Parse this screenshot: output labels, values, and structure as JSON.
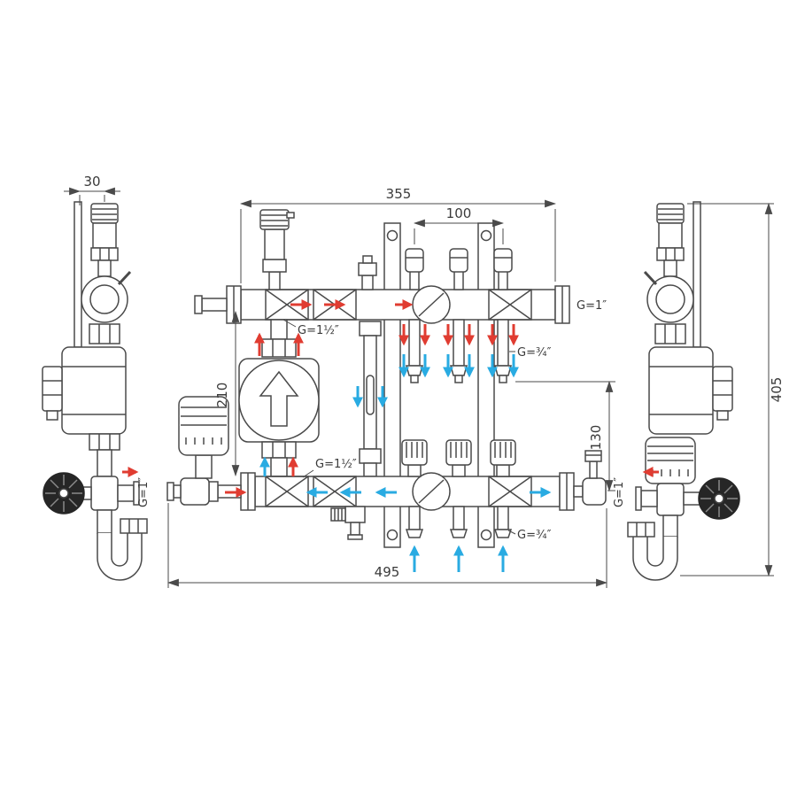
{
  "drawing": {
    "dims": {
      "d30": "30",
      "d355": "355",
      "d100": "100",
      "d210": "210",
      "d130": "130",
      "d405": "405",
      "d495": "495"
    },
    "ports": {
      "upper_right": "G=1″",
      "upper_pump": "G=1½″",
      "upper_outlets": "G=¾″",
      "lower_pump": "G=1½″",
      "lower_outlets": "G=¾″",
      "left_side": "G=1″",
      "right_side": "G=1″"
    },
    "colors": {
      "line": "#4a4a4a",
      "dimension": "#4a4a4a",
      "hot_flow": "#e03c31",
      "cold_flow": "#29abe2"
    }
  }
}
